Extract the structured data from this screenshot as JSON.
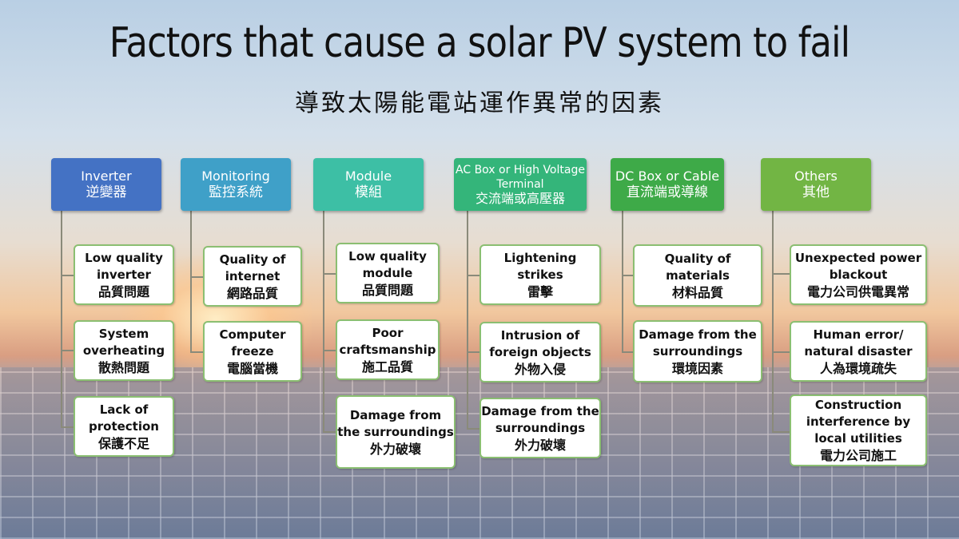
{
  "title": "Factors that cause a solar PV system to fail",
  "subtitle": "導致太陽能電站運作異常的因素",
  "columns": [
    {
      "header_en": "Inverter",
      "header_zh": "逆變器",
      "color": "#4472c4",
      "items": [
        {
          "en": "Low quality inverter",
          "zh": "品質問題"
        },
        {
          "en": "System overheating",
          "zh": "散熱問題"
        },
        {
          "en": "Lack of protection",
          "zh": "保護不足"
        }
      ]
    },
    {
      "header_en": "Monitoring",
      "header_zh": "監控系統",
      "color": "#3fa0c8",
      "items": [
        {
          "en": "Quality of internet",
          "zh": "網路品質"
        },
        {
          "en": "Computer freeze",
          "zh": "電腦當機"
        }
      ]
    },
    {
      "header_en": "Module",
      "header_zh": "模組",
      "color": "#3dbfa5",
      "items": [
        {
          "en": "Low quality module",
          "zh": "品質問題"
        },
        {
          "en": "Poor craftsmanship",
          "zh": "施工品質"
        },
        {
          "en": "Damage from the surroundings",
          "zh": "外力破壞"
        }
      ]
    },
    {
      "header_en": "AC Box or High Voltage Terminal",
      "header_zh": "交流端或高壓器",
      "color": "#34b57a",
      "items": [
        {
          "en": "Lightening strikes",
          "zh": "雷擊"
        },
        {
          "en": "Intrusion of foreign objects",
          "zh": "外物入侵"
        },
        {
          "en": "Damage from the surroundings",
          "zh": "外力破壞"
        }
      ]
    },
    {
      "header_en": "DC Box or Cable",
      "header_zh": "直流端或導線",
      "color": "#3eaa48",
      "items": [
        {
          "en": "Quality of materials",
          "zh": "材料品質"
        },
        {
          "en": "Damage from the surroundings",
          "zh": "環境因素"
        }
      ]
    },
    {
      "header_en": "Others",
      "header_zh": "其他",
      "color": "#72b544",
      "items": [
        {
          "en": "Unexpected power blackout",
          "zh": "電力公司供電異常"
        },
        {
          "en": "Human error/ natural disaster",
          "zh": "人為環境疏失"
        },
        {
          "en": "Construction interference by local utilities",
          "zh": "電力公司施工"
        }
      ]
    }
  ]
}
